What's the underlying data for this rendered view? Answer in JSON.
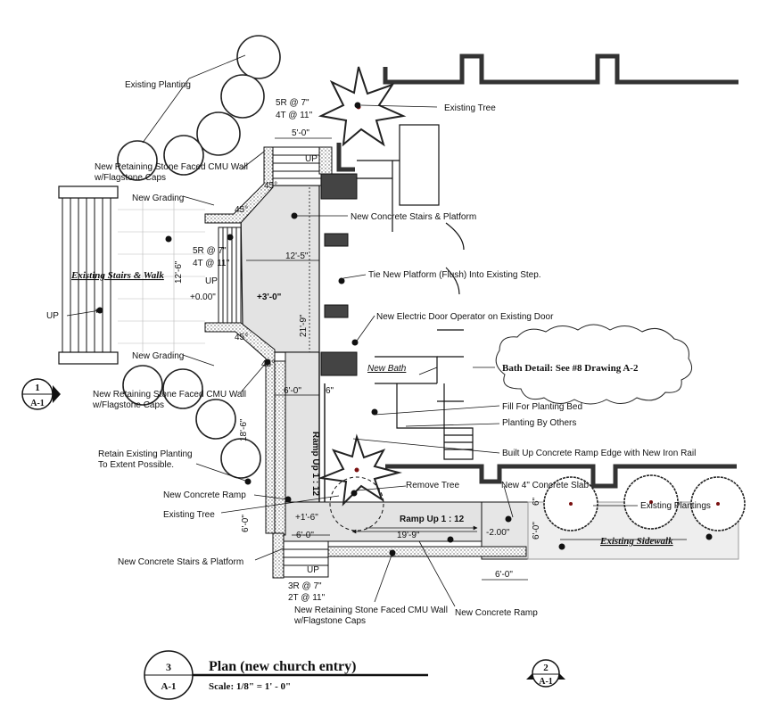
{
  "drawing": {
    "title": "Plan  (new church entry)",
    "scale": "Scale:  1/8\" = 1' - 0\"",
    "title_marker": {
      "number": "3",
      "sheet": "A-1"
    },
    "left_marker": {
      "number": "1",
      "sheet": "A-1"
    },
    "right_marker": {
      "number": "2",
      "sheet": "A-1"
    }
  },
  "callouts": {
    "existing_planting": "Existing Planting",
    "wall_top_1": "New Retaining Stone Faced CMU Wall",
    "wall_top_2": "w/Flagstone Caps",
    "new_grading_top": "New Grading",
    "new_grading_bottom": "New Grading",
    "wall_mid_1": "New Retaining Stone Faced CMU Wall",
    "wall_mid_2": "w/Flagstone Caps",
    "retain_1": "Retain Existing Planting",
    "retain_2": "To Extent Possible.",
    "new_ramp_left": "New Concrete Ramp",
    "existing_tree_left": "Existing Tree",
    "stairs_platform_bottom": "New Concrete Stairs & Platform",
    "wall_bottom_1": "New Retaining Stone Faced CMU Wall",
    "wall_bottom_2": "w/Flagstone Caps",
    "new_ramp_bottom": "New Concrete Ramp",
    "existing_tree_top": "Existing Tree",
    "stairs_platform_top": "New Concrete Stairs & Platform",
    "tie_platform": "Tie New Platform (Flush) Into Existing Step.",
    "door_operator": "New Electric Door Operator on Existing Door",
    "new_bath": "New Bath",
    "bath_detail": "Bath Detail: See #8 Drawing A-2",
    "fill_planting": "Fill For Planting Bed",
    "planting_by_others": "Planting By Others",
    "ramp_edge": "Built Up Concrete Ramp Edge with New Iron Rail",
    "remove_tree": "Remove Tree",
    "new_slab": "New 4\" Concrete Slab",
    "existing_plantings": "Existing Plantings",
    "existing_sidewalk": "Existing Sidewalk",
    "existing_stairs_walk": "Existing Stairs & Walk"
  },
  "dimensions": {
    "top_stair_1": "5R @ 7\"",
    "top_stair_2": "4T @ 11\"",
    "top_width": "5'-0\"",
    "up_top": "UP",
    "left_stair_1": "5R @ 7\"",
    "left_stair_2": "4T @ 11\"",
    "up_left": "UP",
    "up_walk": "UP",
    "walk_depth": "12'-6\"",
    "elev_zero": "+0.00\"",
    "elev_platform": "+3'-0\"",
    "platform_width": "12'-5\"",
    "platform_length": "21'-9\"",
    "ramp_width": "6'-0\"",
    "rail_gap": "6\"",
    "ramp_up_vertical": "Ramp Up 1 : 12",
    "planting_dim": "18'-6\"",
    "landing_elev": "+1'-6\"",
    "landing_width": "6'-0\"",
    "landing_side": "6'-0\"",
    "ramp_up_horizontal": "Ramp Up 1 : 12",
    "ramp_length": "19'-9\"",
    "elev_low": "-2.00\"",
    "slab_dim": "6'-0\"",
    "slab_side": "6'-0\"",
    "slab_six": "6\"",
    "up_bottom": "UP",
    "bottom_stair_1": "3R @ 7\"",
    "bottom_stair_2": "2T @ 11\"",
    "angle_1": "45°",
    "angle_2": "45°",
    "angle_3": "45°",
    "angle_4": "45°"
  },
  "colors": {
    "ink": "#111111",
    "wall": "#333333",
    "concrete": "#e3e3e3",
    "sidewalk": "#eeeeee",
    "tree_foliage": "#ffffff",
    "tree_trunk": "#7a1010"
  }
}
